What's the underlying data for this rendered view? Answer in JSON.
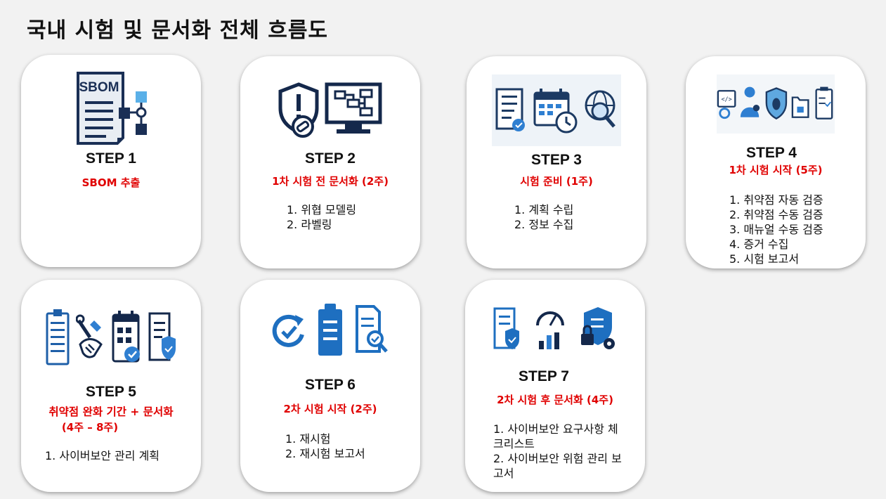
{
  "title": "국내 시험 및 문서화 전체 흐름도",
  "steps": [
    {
      "label": "STEP 1",
      "subtitle": "SBOM 추출",
      "items": [],
      "icons": [
        "sbom-document-icon"
      ],
      "icon_text": "SBOM"
    },
    {
      "label": "STEP 2",
      "subtitle": "1차 시험 전 문서화 (2주)",
      "items": [
        "1. 위협 모델링",
        "2. 라벨링"
      ],
      "icons": [
        "shield-alert-icon",
        "monitor-diagram-icon"
      ]
    },
    {
      "label": "STEP 3",
      "subtitle": "시험 준비 (1주)",
      "items": [
        "1. 계획 수립",
        "2. 정보 수집"
      ],
      "icons": [
        "checklist-doc-icon",
        "calendar-clock-icon",
        "globe-search-icon"
      ]
    },
    {
      "label": "STEP 4",
      "subtitle": "1차 시험 시작 (5주)",
      "items": [
        "1. 취약점 자동 검증",
        "2. 취약점 수동 검증",
        "3. 매뉴얼 수동 검증",
        "4. 증거 수집",
        "5. 시험 보고서"
      ],
      "icons": [
        "code-window-icon",
        "person-gear-icon",
        "bug-shield-icon",
        "folder-lock-icon",
        "clipboard-check-icon"
      ]
    },
    {
      "label": "STEP 5",
      "subtitle": "취약점 완화 기간 + 문서화",
      "subtitle2": "(4주 – 8주)",
      "items": [
        "1. 사이버보안 관리 계획"
      ],
      "icons": [
        "clipboard-list-icon",
        "handshake-tools-icon",
        "calendar-check-icon",
        "document-shield-icon"
      ]
    },
    {
      "label": "STEP 6",
      "subtitle": "2차 시험 시작 (2주)",
      "items": [
        "1. 재시험",
        "2. 재시험 보고서"
      ],
      "icons": [
        "refresh-check-icon",
        "clipboard-icon",
        "document-search-icon"
      ]
    },
    {
      "label": "STEP 7",
      "subtitle": "2차 시험 후 문서화 (4주)",
      "items": [
        "1. 사이버보안 요구사항 체크리스트",
        "2. 사이버보안 위험 관리 보고서"
      ],
      "icons": [
        "document-shield-icon",
        "gauge-chart-icon",
        "lock-shield-gear-icon"
      ]
    }
  ]
}
